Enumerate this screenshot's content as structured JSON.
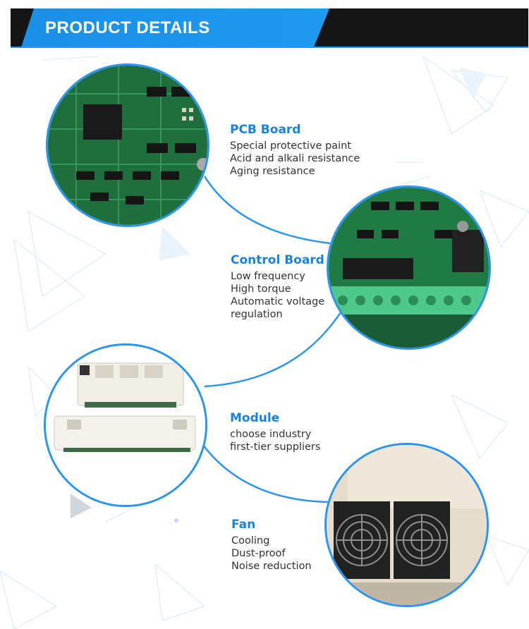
{
  "header": {
    "title": "PRODUCT DETAILS"
  },
  "features": [
    {
      "title": "PCB Board",
      "lines": [
        "Special protective paint",
        "Acid and alkali resistance",
        "Aging resistance"
      ]
    },
    {
      "title": "Control Board",
      "lines": [
        "Low frequency",
        "High torque",
        "Automatic voltage",
        "regulation"
      ]
    },
    {
      "title": "Module",
      "lines": [
        "choose industry",
        "first-tier suppliers"
      ]
    },
    {
      "title": "Fan",
      "lines": [
        "Cooling",
        "Dust-proof",
        "Noise reduction"
      ]
    }
  ],
  "colors": {
    "accent": "#1f9af0",
    "title_text": "#1a82de",
    "header_dark": "#151515",
    "body_text": "#333333"
  }
}
